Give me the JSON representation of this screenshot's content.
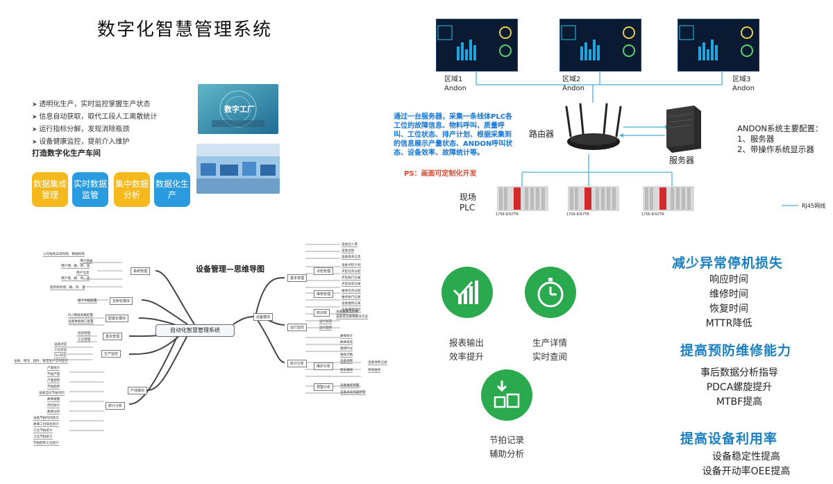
{
  "top_left": {
    "title": "数字化智慧管理系统",
    "bullets": [
      "透明化生产，实时监控掌握生产状态",
      "信息自动获取，取代工段人工离散统计",
      "运行指标分解，发现消除瓶颈",
      "设备健康监控，提前介入维护"
    ],
    "subhead": "打造数字化生产车间",
    "boxes": [
      {
        "label": "数据集成管理",
        "color": "#f5b91e"
      },
      {
        "label": "实时数据监管",
        "color": "#2b9be0"
      },
      {
        "label": "集中数据分析",
        "color": "#f5b91e"
      },
      {
        "label": "数据化生产",
        "color": "#2b9be0"
      }
    ],
    "photo_text": "数字工厂"
  },
  "network": {
    "areas": [
      {
        "line1": "区域1",
        "line2": "Andon"
      },
      {
        "line1": "区域2",
        "line2": "Andon"
      },
      {
        "line1": "区域3",
        "line2": "Andon"
      }
    ],
    "note": "通过一台服务器，采集一条线体PLC各工位的故障信息、物料呼叫、质量呼叫、工位状态、排产计划、根据采集到的信息展示产量状态、ANDON呼叫状态、设备效率、故障统计等。",
    "ps": "PS：画面可定制化开发",
    "router": "路由器",
    "server": "服务器",
    "plc_label_1": "现场",
    "plc_label_2": "PLC",
    "plc_model": "1756-IDS7TR",
    "config_title": "ANDON系统主要配置：",
    "config_items": [
      "1、服务器",
      "2、带操作系统显示器"
    ],
    "legend": "RJ45网线"
  },
  "mindmap": {
    "title": "设备管理—思维导图",
    "center": "自动化智慧管理系统",
    "left_nodes": [
      "系统管理",
      "定制化模块",
      "配置化模块",
      "基本管理",
      "生产监控",
      "产线模块",
      "统计分析"
    ],
    "right_nodes": [
      "设备模块",
      "基本管理",
      "点检管理",
      "维修管理",
      "知识库",
      "运行监控",
      "统计分析",
      "维护分析",
      "预警分析"
    ],
    "left_leaves": [
      "公司角色菜单权限、数据权限",
      "用户登录",
      "用户增、删、改、查",
      "用户信息",
      "用户增、删、改、查",
      "组织机构增、删、改、查",
      "基于扫描配置",
      "PLC数据采集配置",
      "设备数据接口配置",
      "班组管理",
      "工位管理",
      "设备状态",
      "工位状态",
      "PLC状态",
      "设备、物流、超时、安全生产实时显示",
      "产量统计",
      "节拍产量",
      "产量趋势",
      "节拍趋势",
      "设备当日节拍时间",
      "故障报警",
      "停机统计",
      "故障分析",
      "设备节拍时间统计",
      "故障工位排名统计",
      "工位节拍统计",
      "工位节拍统计",
      "节拍趋势工位统计"
    ],
    "right_leaves": [
      "设备出入库",
      "设备台账",
      "设备基本信息",
      "设备点检计划",
      "点检任务分配",
      "点检执行记录",
      "点检异常记录",
      "维修任务分配",
      "维修执行记录",
      "设备维修记录",
      "设备维修经验",
      "设备故障案例库",
      "设备常见故障解决方案",
      "运行状态",
      "运行趋势",
      "故障统计",
      "故障排名",
      "维保时长",
      "维保次数",
      "设备保养",
      "设备保养记录",
      "提前维修",
      "预测维修",
      "设备维修预警",
      "设备寿命到期预警"
    ]
  },
  "features": {
    "items": [
      {
        "line1": "报表输出",
        "line2": "效率提升",
        "icon": "bar-chart-check-icon"
      },
      {
        "line1": "生产详情",
        "line2": "实时查阅",
        "icon": "stopwatch-icon"
      },
      {
        "line1": "节拍记录",
        "line2": "辅助分析",
        "icon": "download-blocks-icon"
      }
    ],
    "circle_color": "#2aa94e"
  },
  "benefits": [
    {
      "heading": "减少异常停机损失",
      "items": [
        "响应时间",
        "维修时间",
        "恢复时间",
        "MTTR降低"
      ]
    },
    {
      "heading": "提高预防维修能力",
      "items": [
        "事后数据分析指导",
        "PDCA螺旋提升",
        "MTBF提高"
      ]
    },
    {
      "heading": "提高设备利用率",
      "items": [
        "设备稳定性提高",
        "设备开动率OEE提高"
      ]
    }
  ],
  "colors": {
    "heading_blue": "#1a7fc0",
    "note_blue": "#1576d8",
    "ps_red": "#e0442a"
  }
}
